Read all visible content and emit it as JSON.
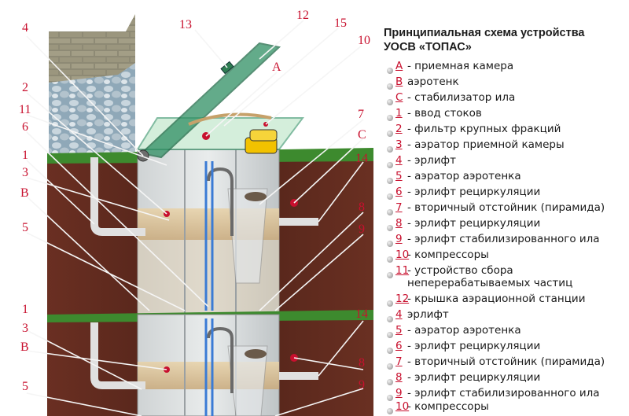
{
  "legend": {
    "title_line1": "Принципиальная схема устройства",
    "title_line2": "УОСВ «ТОПАС»",
    "items": [
      {
        "key": "A",
        "desc": "- приемная камера"
      },
      {
        "key": "B",
        "desc": "аэротенк"
      },
      {
        "key": "C",
        "desc": "- стабилизатор ила"
      },
      {
        "key": "1",
        "desc": "- ввод стоков"
      },
      {
        "key": "2",
        "desc": "- фильтр крупных фракций"
      },
      {
        "key": "3",
        "desc": "- аэратор приемной камеры"
      },
      {
        "key": "4",
        "desc": "- эрлифт"
      },
      {
        "key": "5",
        "desc": "- аэратор аэротенка"
      },
      {
        "key": "6",
        "desc": "- эрлифт рециркуляции"
      },
      {
        "key": "7",
        "desc": "- вторичный отстойник (пирамида)"
      },
      {
        "key": "8",
        "desc": "- эрлифт рециркуляции"
      },
      {
        "key": "9",
        "desc": "- эрлифт стабилизированного ила"
      },
      {
        "key": "10",
        "desc": "- компрессоры"
      },
      {
        "key": "11",
        "desc": "- устройство сбора"
      },
      {
        "key": "12",
        "desc": "- крышка аэрационной станции"
      },
      {
        "key": "4",
        "desc": "эрлифт"
      },
      {
        "key": "5",
        "desc": "- аэратор аэротенка"
      },
      {
        "key": "6",
        "desc": "- эрлифт рециркуляции"
      },
      {
        "key": "7",
        "desc": "- вторичный отстойник (пирамида)"
      },
      {
        "key": "8",
        "desc": "- эрлифт рециркуляции"
      },
      {
        "key": "9",
        "desc": "- эрлифт стабилизированного ила"
      },
      {
        "key": "10",
        "desc": "- компрессоры"
      }
    ],
    "item11_cont": "неперерабатываемых частиц"
  },
  "callouts": {
    "c4": "4",
    "c13": "13",
    "c12": "12",
    "c15": "15",
    "c10": "10",
    "cA": "A",
    "c2": "2",
    "c11": "11",
    "c6": "6",
    "c7": "7",
    "cC": "C",
    "c14": "14",
    "c1": "1",
    "c3": "3",
    "cB": "B",
    "c8": "8",
    "c5": "5",
    "c9": "9",
    "c1b": "1",
    "c14b": "14",
    "c3b": "3",
    "c8b": "8",
    "cBb": "B",
    "c5b": "5",
    "c9b": "9"
  },
  "colors": {
    "accent_red": "#c8102e",
    "soil": "#5a2a1e",
    "grass": "#3d8a2e",
    "lid_green": "#2f8f63",
    "compressor_yellow": "#f2c200"
  }
}
